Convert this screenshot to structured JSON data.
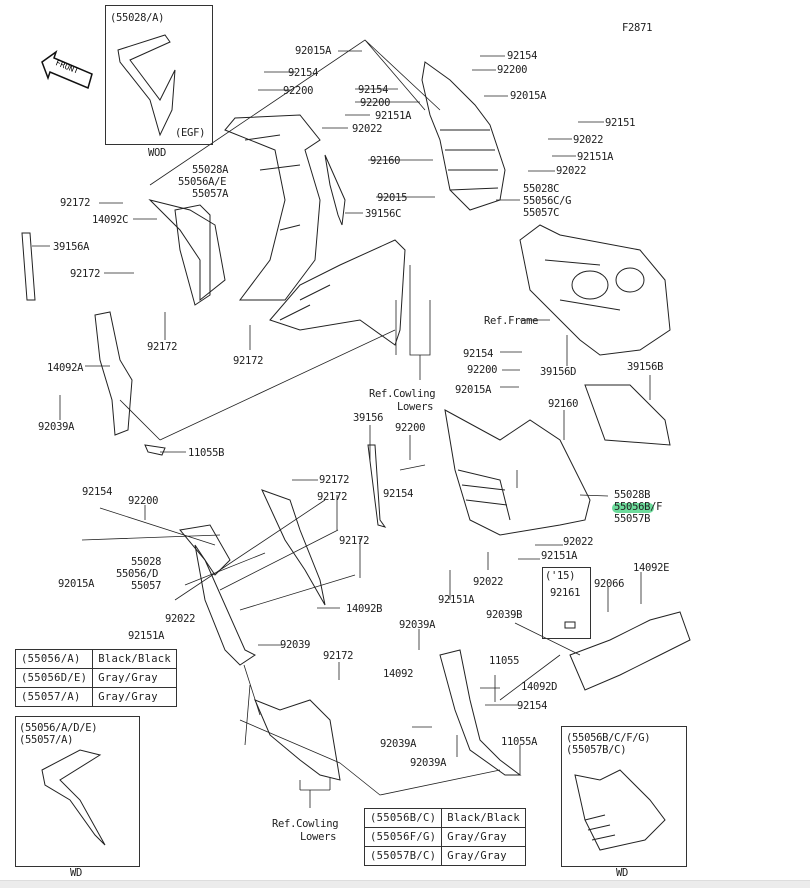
{
  "diagram_code": "F2871",
  "front_label": "FRONT",
  "inset_top": {
    "title": "(55028/A)",
    "variant": "(EGF)",
    "caption": "WOD"
  },
  "inset_bottom_left": {
    "title_1": "(55056/A/D/E)",
    "title_2": "(55057/A)",
    "caption": "WD"
  },
  "inset_bottom_right": {
    "title_1": "(55056B/C/F/G)",
    "title_2": "(55057B/C)",
    "caption": "WD"
  },
  "inset_year": {
    "title": "('15)",
    "part": "92161"
  },
  "color_table_left": [
    {
      "code": "(55056/A)",
      "color": "Black/Black"
    },
    {
      "code": "(55056D/E)",
      "color": "Gray/Gray"
    },
    {
      "code": "(55057/A)",
      "color": "Gray/Gray"
    }
  ],
  "color_table_right": [
    {
      "code": "(55056B/C)",
      "color": "Black/Black"
    },
    {
      "code": "(55056F/G)",
      "color": "Gray/Gray"
    },
    {
      "code": "(55057B/C)",
      "color": "Gray/Gray"
    }
  ],
  "highlight_color": "#2ecc71",
  "labels": [
    "92015A",
    "92154",
    "92200",
    "92154",
    "92200",
    "92151A",
    "92022",
    "92160",
    "92015",
    "39156C",
    "55028A",
    "55056A/E",
    "55057A",
    "92172",
    "14092C",
    "39156A",
    "92172",
    "92172",
    "92172",
    "14092A",
    "92039A",
    "11055B",
    "92154",
    "92200",
    "92015A",
    "92151",
    "92022",
    "92151A",
    "92022",
    "55028C",
    "55056C/G",
    "55057C",
    "Ref.Frame",
    "92154",
    "92200",
    "92015A",
    "39156D",
    "39156B",
    "92160",
    "Ref.Cowling",
    "Lowers",
    "39156",
    "92200",
    "92154",
    "92200",
    "92154",
    "92172",
    "92172",
    "92172",
    "55028",
    "55056/D",
    "55057",
    "92015A",
    "92022",
    "92151A",
    "14092B",
    "92039",
    "92172",
    "55028B",
    "55056B/F",
    "55057B",
    "92022",
    "92151A",
    "92022",
    "92151A",
    "92066",
    "14092E",
    "92039B",
    "92039A",
    "11055",
    "14092",
    "14092D",
    "92154",
    "92039A",
    "92039A",
    "11055A",
    "Ref.Cowling",
    "Lowers"
  ]
}
